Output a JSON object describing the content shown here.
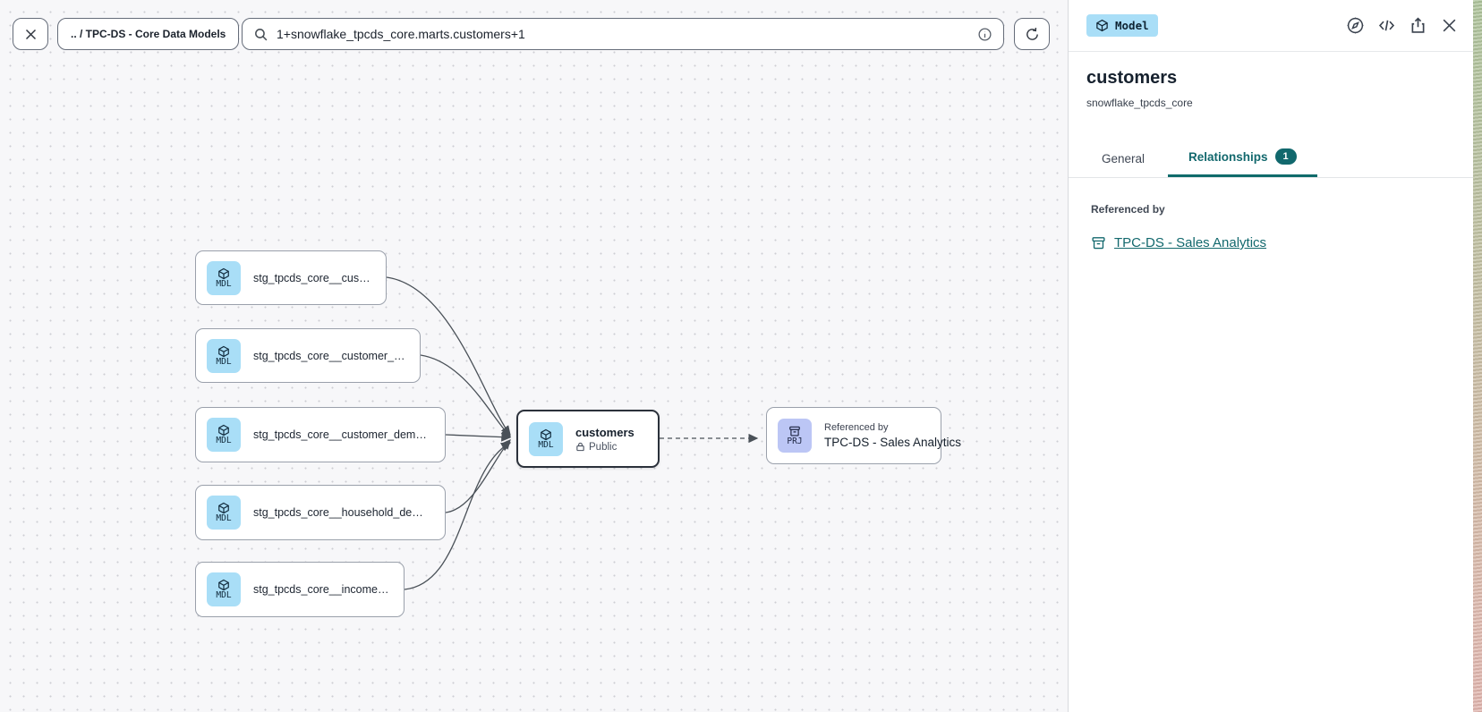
{
  "toolbar": {
    "breadcrumb": ".. / TPC-DS - Core Data Models",
    "search_value": "1+snowflake_tpcds_core.marts.customers+1"
  },
  "panel": {
    "type_badge": "Model",
    "title": "customers",
    "subtitle": "snowflake_tpcds_core",
    "tabs": {
      "general": "General",
      "relationships": "Relationships",
      "relationships_count": "1"
    },
    "referenced_by_heading": "Referenced by",
    "referenced_by_link": "TPC-DS - Sales Analytics"
  },
  "graph": {
    "badge_model": "MDL",
    "badge_project": "PRJ",
    "upstream_nodes": [
      {
        "label": "stg_tpcds_core__customer"
      },
      {
        "label": "stg_tpcds_core__customer_address"
      },
      {
        "label": "stg_tpcds_core__customer_demogra…"
      },
      {
        "label": "stg_tpcds_core__household_demogr…"
      },
      {
        "label": "stg_tpcds_core__income_band"
      }
    ],
    "selected_node": {
      "title": "customers",
      "access": "Public"
    },
    "reference_node": {
      "kicker": "Referenced by",
      "title": "TPC-DS - Sales Analytics"
    }
  },
  "colors": {
    "accent_teal": "#12686d",
    "model_badge_bg": "#a9def7",
    "project_badge_bg": "#bcc6f5",
    "canvas_bg": "#f7f7f9",
    "selected_border": "#2b313b"
  }
}
